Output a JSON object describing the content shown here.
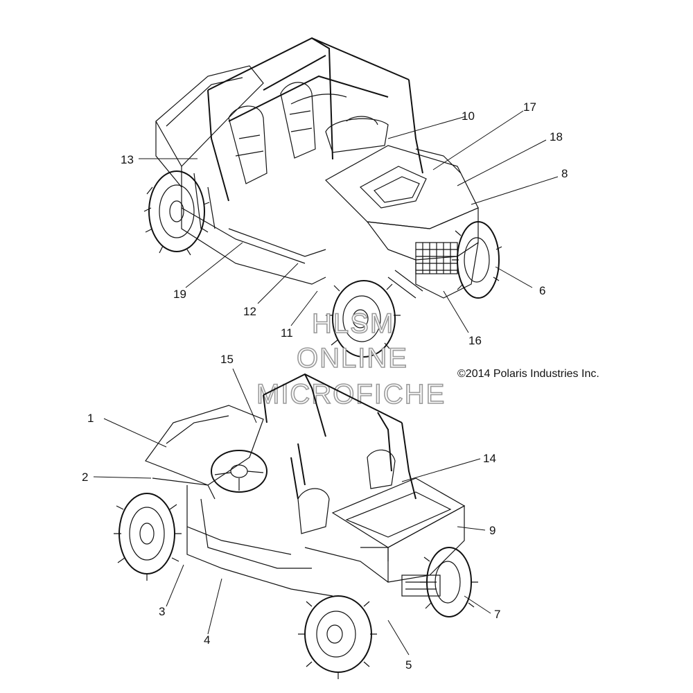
{
  "watermark": {
    "line1": "HLSM",
    "line2": "ONLINE",
    "line3": "MICROFICHE"
  },
  "copyright": "©2014 Polaris Industries Inc.",
  "top_view_callouts": {
    "c10": "10",
    "c17": "17",
    "c18": "18",
    "c8": "8",
    "c13": "13",
    "c6": "6",
    "c19": "19",
    "c12": "12",
    "c11": "11",
    "c16": "16"
  },
  "bottom_view_callouts": {
    "c15": "15",
    "c1": "1",
    "c2": "2",
    "c14": "14",
    "c9": "9",
    "c3": "3",
    "c4": "4",
    "c7": "7",
    "c5": "5"
  }
}
